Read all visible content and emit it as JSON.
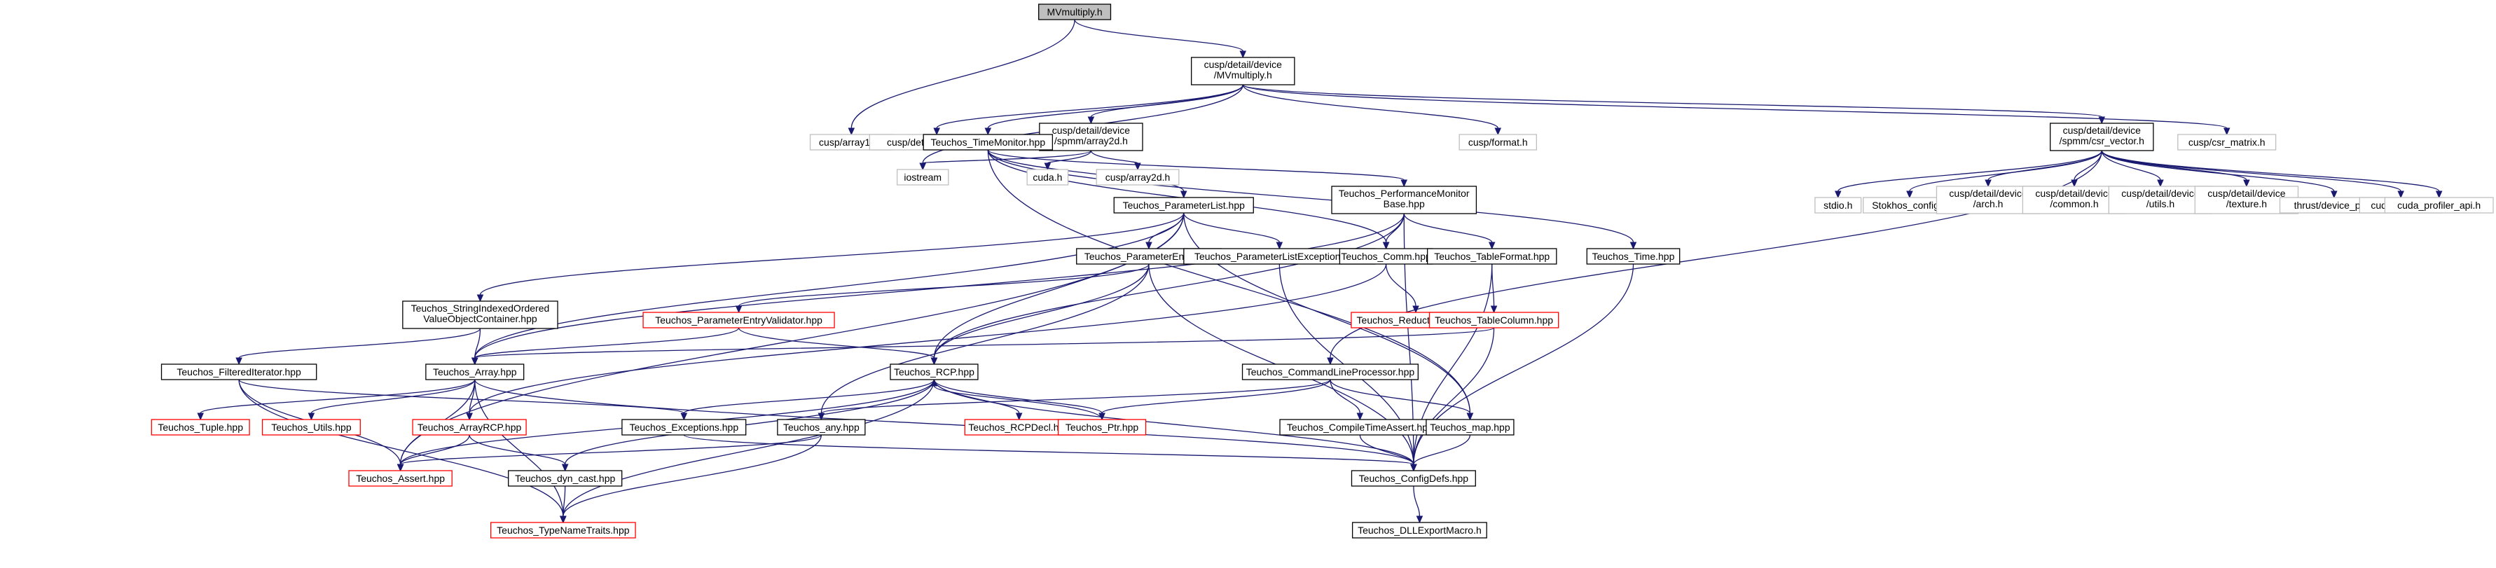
{
  "nodes": [
    {
      "id": "MVmultiply_h",
      "lines": [
        "MVmultiply.h"
      ],
      "kind": "root"
    },
    {
      "id": "cusp_device_MVmultiply",
      "lines": [
        "cusp/detail/device",
        "/MVmultiply.h"
      ],
      "kind": "normal"
    },
    {
      "id": "cusp_array1d",
      "lines": [
        "cusp/array1d.h"
      ],
      "kind": "ext"
    },
    {
      "id": "cusp_functional",
      "lines": [
        "cusp/detail/functional.h"
      ],
      "kind": "ext"
    },
    {
      "id": "cusp_spmm_array2d",
      "lines": [
        "cusp/detail/device",
        "/spmm/array2d.h"
      ],
      "kind": "normal"
    },
    {
      "id": "iostream",
      "lines": [
        "iostream"
      ],
      "kind": "ext"
    },
    {
      "id": "teuchos_timemonitor",
      "lines": [
        "Teuchos_TimeMonitor.hpp"
      ],
      "kind": "normal"
    },
    {
      "id": "cusp_format",
      "lines": [
        "cusp/format.h"
      ],
      "kind": "ext"
    },
    {
      "id": "cusp_spmm_csr_vector",
      "lines": [
        "cusp/detail/device",
        "/spmm/csr_vector.h"
      ],
      "kind": "normal"
    },
    {
      "id": "cusp_csr_matrix",
      "lines": [
        "cusp/csr_matrix.h"
      ],
      "kind": "ext"
    },
    {
      "id": "cuda_h",
      "lines": [
        "cuda.h"
      ],
      "kind": "ext"
    },
    {
      "id": "cusp_array2d",
      "lines": [
        "cusp/array2d.h"
      ],
      "kind": "ext"
    },
    {
      "id": "stdio_h",
      "lines": [
        "stdio.h"
      ],
      "kind": "ext"
    },
    {
      "id": "stokhos_config",
      "lines": [
        "Stokhos_config.h"
      ],
      "kind": "ext"
    },
    {
      "id": "cusp_device_arch",
      "lines": [
        "cusp/detail/device",
        "/arch.h"
      ],
      "kind": "ext"
    },
    {
      "id": "cusp_device_common",
      "lines": [
        "cusp/detail/device",
        "/common.h"
      ],
      "kind": "ext"
    },
    {
      "id": "cusp_device_utils",
      "lines": [
        "cusp/detail/device",
        "/utils.h"
      ],
      "kind": "ext"
    },
    {
      "id": "cusp_device_texture",
      "lines": [
        "cusp/detail/device",
        "/texture.h"
      ],
      "kind": "ext"
    },
    {
      "id": "thrust_device_ptr",
      "lines": [
        "thrust/device_ptr.h"
      ],
      "kind": "ext"
    },
    {
      "id": "cudaprofiler",
      "lines": [
        "cudaProfiler.h"
      ],
      "kind": "ext"
    },
    {
      "id": "cuda_profiler_api",
      "lines": [
        "cuda_profiler_api.h"
      ],
      "kind": "ext"
    },
    {
      "id": "teuchos_parameterlist",
      "lines": [
        "Teuchos_ParameterList.hpp"
      ],
      "kind": "normal"
    },
    {
      "id": "teuchos_perfmonitorbase",
      "lines": [
        "Teuchos_PerformanceMonitor",
        "Base.hpp"
      ],
      "kind": "normal"
    },
    {
      "id": "teuchos_time",
      "lines": [
        "Teuchos_Time.hpp"
      ],
      "kind": "normal"
    },
    {
      "id": "teuchos_parameterentry",
      "lines": [
        "Teuchos_ParameterEntry.hpp"
      ],
      "kind": "normal"
    },
    {
      "id": "teuchos_paramlistexceptions",
      "lines": [
        "Teuchos_ParameterListExceptions.hpp"
      ],
      "kind": "normal"
    },
    {
      "id": "teuchos_comm",
      "lines": [
        "Teuchos_Comm.hpp"
      ],
      "kind": "normal"
    },
    {
      "id": "teuchos_tableformat",
      "lines": [
        "Teuchos_TableFormat.hpp"
      ],
      "kind": "normal"
    },
    {
      "id": "teuchos_stringindexed",
      "lines": [
        "Teuchos_StringIndexedOrdered",
        "ValueObjectContainer.hpp"
      ],
      "kind": "normal"
    },
    {
      "id": "teuchos_paramentryvalidator",
      "lines": [
        "Teuchos_ParameterEntryValidator.hpp"
      ],
      "kind": "red"
    },
    {
      "id": "teuchos_reductionop",
      "lines": [
        "Teuchos_ReductionOp.hpp"
      ],
      "kind": "red"
    },
    {
      "id": "teuchos_tablecolumn",
      "lines": [
        "Teuchos_TableColumn.hpp"
      ],
      "kind": "red"
    },
    {
      "id": "teuchos_filterediterator",
      "lines": [
        "Teuchos_FilteredIterator.hpp"
      ],
      "kind": "normal"
    },
    {
      "id": "teuchos_array",
      "lines": [
        "Teuchos_Array.hpp"
      ],
      "kind": "normal"
    },
    {
      "id": "teuchos_rcp",
      "lines": [
        "Teuchos_RCP.hpp"
      ],
      "kind": "normal"
    },
    {
      "id": "teuchos_cmdlineprocessor",
      "lines": [
        "Teuchos_CommandLineProcessor.hpp"
      ],
      "kind": "normal"
    },
    {
      "id": "teuchos_tuple",
      "lines": [
        "Teuchos_Tuple.hpp"
      ],
      "kind": "red"
    },
    {
      "id": "teuchos_utils",
      "lines": [
        "Teuchos_Utils.hpp"
      ],
      "kind": "red"
    },
    {
      "id": "teuchos_arrayrcp",
      "lines": [
        "Teuchos_ArrayRCP.hpp"
      ],
      "kind": "red"
    },
    {
      "id": "teuchos_exceptions",
      "lines": [
        "Teuchos_Exceptions.hpp"
      ],
      "kind": "normal"
    },
    {
      "id": "teuchos_any",
      "lines": [
        "Teuchos_any.hpp"
      ],
      "kind": "normal"
    },
    {
      "id": "teuchos_rcpdecl",
      "lines": [
        "Teuchos_RCPDecl.hpp"
      ],
      "kind": "red"
    },
    {
      "id": "teuchos_ptr",
      "lines": [
        "Teuchos_Ptr.hpp"
      ],
      "kind": "red"
    },
    {
      "id": "teuchos_compiletimeassert",
      "lines": [
        "Teuchos_CompileTimeAssert.hpp"
      ],
      "kind": "normal"
    },
    {
      "id": "teuchos_map",
      "lines": [
        "Teuchos_map.hpp"
      ],
      "kind": "normal"
    },
    {
      "id": "teuchos_assert",
      "lines": [
        "Teuchos_Assert.hpp"
      ],
      "kind": "red"
    },
    {
      "id": "teuchos_dyncast",
      "lines": [
        "Teuchos_dyn_cast.hpp"
      ],
      "kind": "normal"
    },
    {
      "id": "teuchos_configdefs",
      "lines": [
        "Teuchos_ConfigDefs.hpp"
      ],
      "kind": "normal"
    },
    {
      "id": "teuchos_typenametraits",
      "lines": [
        "Teuchos_TypeNameTraits.hpp"
      ],
      "kind": "red"
    },
    {
      "id": "teuchos_dllexportmacro",
      "lines": [
        "Teuchos_DLLExportMacro.h"
      ],
      "kind": "normal"
    }
  ],
  "edges": [
    [
      "MVmultiply_h",
      "cusp_device_MVmultiply"
    ],
    [
      "MVmultiply_h",
      "cusp_array1d"
    ],
    [
      "cusp_device_MVmultiply",
      "cusp_functional"
    ],
    [
      "cusp_device_MVmultiply",
      "cusp_spmm_array2d"
    ],
    [
      "cusp_device_MVmultiply",
      "iostream"
    ],
    [
      "cusp_device_MVmultiply",
      "teuchos_timemonitor"
    ],
    [
      "cusp_device_MVmultiply",
      "cusp_format"
    ],
    [
      "cusp_device_MVmultiply",
      "cusp_spmm_csr_vector"
    ],
    [
      "cusp_device_MVmultiply",
      "cusp_csr_matrix"
    ],
    [
      "cusp_spmm_array2d",
      "cusp_array1d"
    ],
    [
      "cusp_spmm_array2d",
      "iostream"
    ],
    [
      "cusp_spmm_array2d",
      "cuda_h"
    ],
    [
      "cusp_spmm_array2d",
      "cusp_array2d"
    ],
    [
      "cusp_spmm_csr_vector",
      "stdio_h"
    ],
    [
      "cusp_spmm_csr_vector",
      "stokhos_config"
    ],
    [
      "cusp_spmm_csr_vector",
      "cusp_device_arch"
    ],
    [
      "cusp_spmm_csr_vector",
      "cusp_device_common"
    ],
    [
      "cusp_spmm_csr_vector",
      "cusp_device_utils"
    ],
    [
      "cusp_spmm_csr_vector",
      "cusp_device_texture"
    ],
    [
      "cusp_spmm_csr_vector",
      "thrust_device_ptr"
    ],
    [
      "cusp_spmm_csr_vector",
      "cudaprofiler"
    ],
    [
      "cusp_spmm_csr_vector",
      "cuda_profiler_api"
    ],
    [
      "cusp_spmm_csr_vector",
      "teuchos_cmdlineprocessor"
    ],
    [
      "teuchos_timemonitor",
      "teuchos_parameterlist"
    ],
    [
      "teuchos_timemonitor",
      "teuchos_perfmonitorbase"
    ],
    [
      "teuchos_timemonitor",
      "teuchos_time"
    ],
    [
      "teuchos_timemonitor",
      "teuchos_comm"
    ],
    [
      "teuchos_timemonitor",
      "teuchos_map"
    ],
    [
      "teuchos_parameterlist",
      "teuchos_parameterentry"
    ],
    [
      "teuchos_parameterlist",
      "teuchos_paramlistexceptions"
    ],
    [
      "teuchos_parameterlist",
      "teuchos_stringindexed"
    ],
    [
      "teuchos_parameterlist",
      "teuchos_array"
    ],
    [
      "teuchos_parameterlist",
      "teuchos_rcp"
    ],
    [
      "teuchos_parameterlist",
      "teuchos_assert"
    ],
    [
      "teuchos_parameterlist",
      "teuchos_map"
    ],
    [
      "teuchos_perfmonitorbase",
      "teuchos_comm"
    ],
    [
      "teuchos_perfmonitorbase",
      "teuchos_tableformat"
    ],
    [
      "teuchos_perfmonitorbase",
      "teuchos_array"
    ],
    [
      "teuchos_perfmonitorbase",
      "teuchos_rcp"
    ],
    [
      "teuchos_perfmonitorbase",
      "teuchos_configdefs"
    ],
    [
      "teuchos_time",
      "teuchos_configdefs"
    ],
    [
      "teuchos_parameterentry",
      "teuchos_paramentryvalidator"
    ],
    [
      "teuchos_parameterentry",
      "teuchos_rcp"
    ],
    [
      "teuchos_parameterentry",
      "teuchos_any"
    ],
    [
      "teuchos_parameterentry",
      "teuchos_configdefs"
    ],
    [
      "teuchos_paramlistexceptions",
      "teuchos_configdefs"
    ],
    [
      "teuchos_comm",
      "teuchos_reductionop"
    ],
    [
      "teuchos_comm",
      "teuchos_arrayrcp"
    ],
    [
      "teuchos_tableformat",
      "teuchos_tablecolumn"
    ],
    [
      "teuchos_tableformat",
      "teuchos_configdefs"
    ],
    [
      "teuchos_tablecolumn",
      "teuchos_array"
    ],
    [
      "teuchos_tablecolumn",
      "teuchos_configdefs"
    ],
    [
      "teuchos_stringindexed",
      "teuchos_filterediterator"
    ],
    [
      "teuchos_stringindexed",
      "teuchos_array"
    ],
    [
      "teuchos_paramentryvalidator",
      "teuchos_array"
    ],
    [
      "teuchos_paramentryvalidator",
      "teuchos_rcp"
    ],
    [
      "teuchos_filterediterator",
      "teuchos_exceptions"
    ],
    [
      "teuchos_filterediterator",
      "teuchos_assert"
    ],
    [
      "teuchos_filterediterator",
      "teuchos_typenametraits"
    ],
    [
      "teuchos_array",
      "teuchos_tuple"
    ],
    [
      "teuchos_array",
      "teuchos_utils"
    ],
    [
      "teuchos_array",
      "teuchos_arrayrcp"
    ],
    [
      "teuchos_array",
      "teuchos_assert"
    ],
    [
      "teuchos_array",
      "teuchos_typenametraits"
    ],
    [
      "teuchos_array",
      "teuchos_configdefs"
    ],
    [
      "teuchos_rcp",
      "teuchos_rcpdecl"
    ],
    [
      "teuchos_rcp",
      "teuchos_ptr"
    ],
    [
      "teuchos_rcp",
      "teuchos_exceptions"
    ],
    [
      "teuchos_rcp",
      "teuchos_dyncast"
    ],
    [
      "teuchos_rcp",
      "teuchos_assert"
    ],
    [
      "teuchos_rcp",
      "teuchos_typenametraits"
    ],
    [
      "teuchos_rcp",
      "teuchos_configdefs"
    ],
    [
      "teuchos_cmdlineprocessor",
      "teuchos_compiletimeassert"
    ],
    [
      "teuchos_cmdlineprocessor",
      "teuchos_map"
    ],
    [
      "teuchos_cmdlineprocessor",
      "teuchos_ptr"
    ],
    [
      "teuchos_cmdlineprocessor",
      "teuchos_any"
    ],
    [
      "teuchos_arrayrcp",
      "teuchos_assert"
    ],
    [
      "teuchos_arrayrcp",
      "teuchos_dyncast"
    ],
    [
      "teuchos_ptr",
      "teuchos_rcp"
    ],
    [
      "teuchos_any",
      "teuchos_assert"
    ],
    [
      "teuchos_any",
      "teuchos_typenametraits"
    ],
    [
      "teuchos_exceptions",
      "teuchos_configdefs"
    ],
    [
      "teuchos_compiletimeassert",
      "teuchos_configdefs"
    ],
    [
      "teuchos_map",
      "teuchos_configdefs"
    ],
    [
      "teuchos_dyncast",
      "teuchos_typenametraits"
    ],
    [
      "teuchos_configdefs",
      "teuchos_dllexportmacro"
    ]
  ]
}
